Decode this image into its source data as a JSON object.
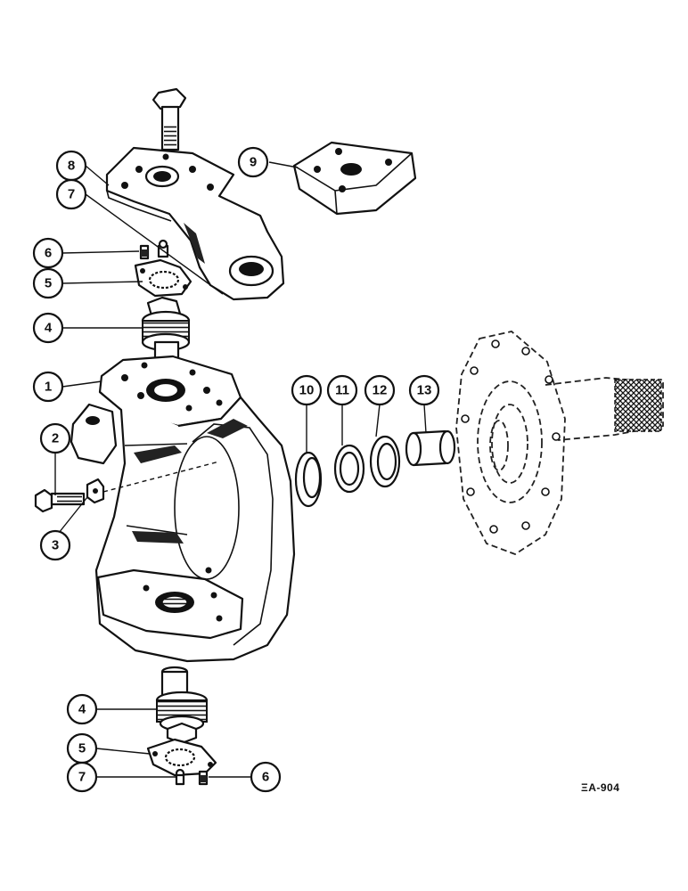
{
  "diagram": {
    "reference_code": "ΞA-904",
    "callouts": [
      {
        "id": "c8",
        "label": "8"
      },
      {
        "id": "c7a",
        "label": "7"
      },
      {
        "id": "c6a",
        "label": "6"
      },
      {
        "id": "c5a",
        "label": "5"
      },
      {
        "id": "c4a",
        "label": "4"
      },
      {
        "id": "c1",
        "label": "1"
      },
      {
        "id": "c2",
        "label": "2"
      },
      {
        "id": "c3",
        "label": "3"
      },
      {
        "id": "c4b",
        "label": "4"
      },
      {
        "id": "c5b",
        "label": "5"
      },
      {
        "id": "c7b",
        "label": "7"
      },
      {
        "id": "c6b",
        "label": "6"
      },
      {
        "id": "c9",
        "label": "9"
      },
      {
        "id": "c10",
        "label": "10"
      },
      {
        "id": "c11",
        "label": "11"
      },
      {
        "id": "c12",
        "label": "12"
      },
      {
        "id": "c13",
        "label": "13"
      }
    ]
  }
}
